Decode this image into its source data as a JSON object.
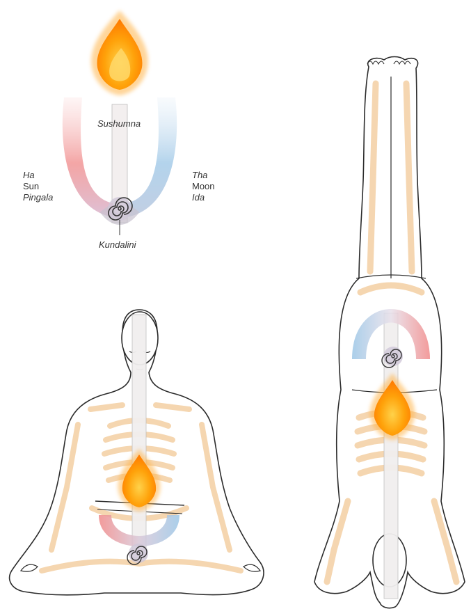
{
  "labels": {
    "sushumna": "Sushumna",
    "kundalini": "Kundalini",
    "left": [
      "Ha",
      "Sun",
      "Pingala"
    ],
    "right": [
      "Tha",
      "Moon",
      "Ida"
    ]
  },
  "colors": {
    "pingala": "#f08a8a",
    "ida": "#9cc6e6",
    "sushumna_channel": "#f1efef",
    "flame_core": "#ffb000",
    "flame_outer": "#ff8c00",
    "bone": "#f4d2a8",
    "outline": "#2b2b2b",
    "skin": "#ffffff"
  },
  "figures": [
    {
      "id": "seated-meditator",
      "pose": "seated cross-legged"
    },
    {
      "id": "headstand-figure",
      "pose": "headstand"
    }
  ],
  "icons": [
    "flame-icon",
    "kundalini-spiral-icon"
  ]
}
